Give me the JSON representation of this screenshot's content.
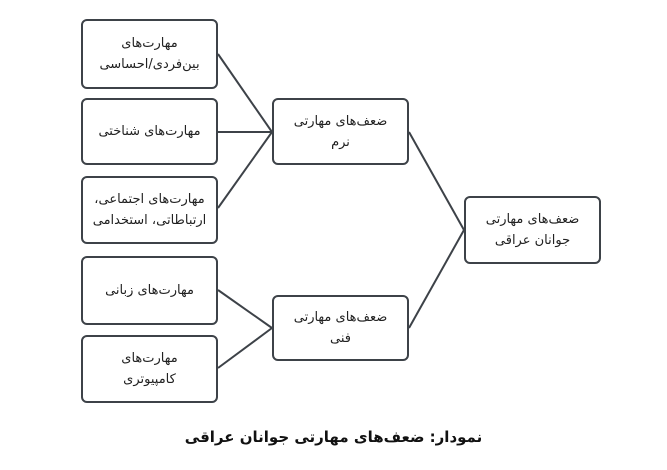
{
  "nodes": {
    "interpersonal": {
      "lines": [
        "مهارت‌های",
        "بین‌فردی/احساسی"
      ]
    },
    "cognitive": {
      "lines": [
        "مهارت‌های شناختی"
      ]
    },
    "social": {
      "lines": [
        "مهارت‌های اجتماعی،",
        "ارتباطاتی، استخدامی"
      ]
    },
    "language": {
      "lines": [
        "مهارت‌های زبانی"
      ]
    },
    "computer": {
      "lines": [
        "مهارت‌های",
        "کامپیوتری"
      ]
    },
    "soft": {
      "lines": [
        "ضعف‌های مهارتی",
        "نرم"
      ]
    },
    "technical": {
      "lines": [
        "ضعف‌های مهارتی",
        "فنی"
      ]
    },
    "root": {
      "lines": [
        "ضعف‌های مهارتی",
        "جوانان عراقی"
      ]
    }
  },
  "edges": [
    [
      "interpersonal",
      "soft"
    ],
    [
      "cognitive",
      "soft"
    ],
    [
      "social",
      "soft"
    ],
    [
      "language",
      "technical"
    ],
    [
      "computer",
      "technical"
    ],
    [
      "soft",
      "root"
    ],
    [
      "technical",
      "root"
    ]
  ],
  "caption": "نمودار: ضعف‌های مهارتی جوانان عراقی",
  "colors": {
    "stroke": "#3d4248"
  }
}
